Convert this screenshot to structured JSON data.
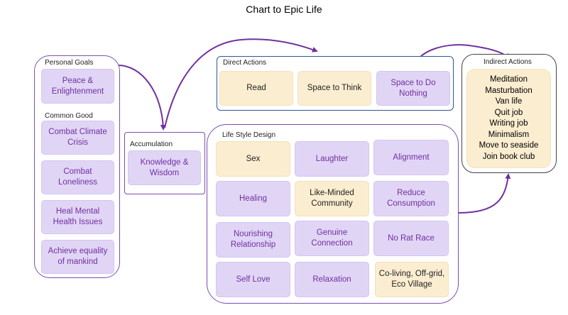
{
  "title": "Chart to Epic Life",
  "colors": {
    "purple_card": "#e1d5f6",
    "cream_card": "#fbedd0",
    "purple_text": "#7030a0",
    "arrow": "#7030a0",
    "border_purple": "#7a4fb0",
    "border_blue": "#2f5597"
  },
  "personal_goals": {
    "label": "Personal Goals",
    "items": [
      "Peace & Enlightenment"
    ]
  },
  "common_good": {
    "label": "Common Good",
    "items": [
      "Combat Climate Crisis",
      "Combat Loneliness",
      "Heal Mental Health Issues",
      "Achieve equality of mankind"
    ]
  },
  "accumulation": {
    "label": "Accumulation",
    "items": [
      "Knowledge & Wisdom"
    ]
  },
  "direct_actions": {
    "label": "Direct Actions",
    "items": [
      "Read",
      "Space to Think",
      "Space to Do Nothing"
    ]
  },
  "indirect_actions": {
    "label": "Indirect Actions",
    "items": [
      "Meditation",
      "Masturbation",
      "Van life",
      "Quit job",
      "Writing job",
      "Minimalism",
      "Move to seaside",
      "Join book club"
    ]
  },
  "life_style_design": {
    "label": "Life Style Design",
    "items": [
      "Sex",
      "Laughter",
      "Alignment",
      "Healing",
      "Like-Minded Community",
      "Reduce Consumption",
      "Nourishing Relationship",
      "Genuine Connection",
      "No Rat Race",
      "Self Love",
      "Relaxation",
      "Co-living, Off-grid, Eco Village"
    ]
  }
}
